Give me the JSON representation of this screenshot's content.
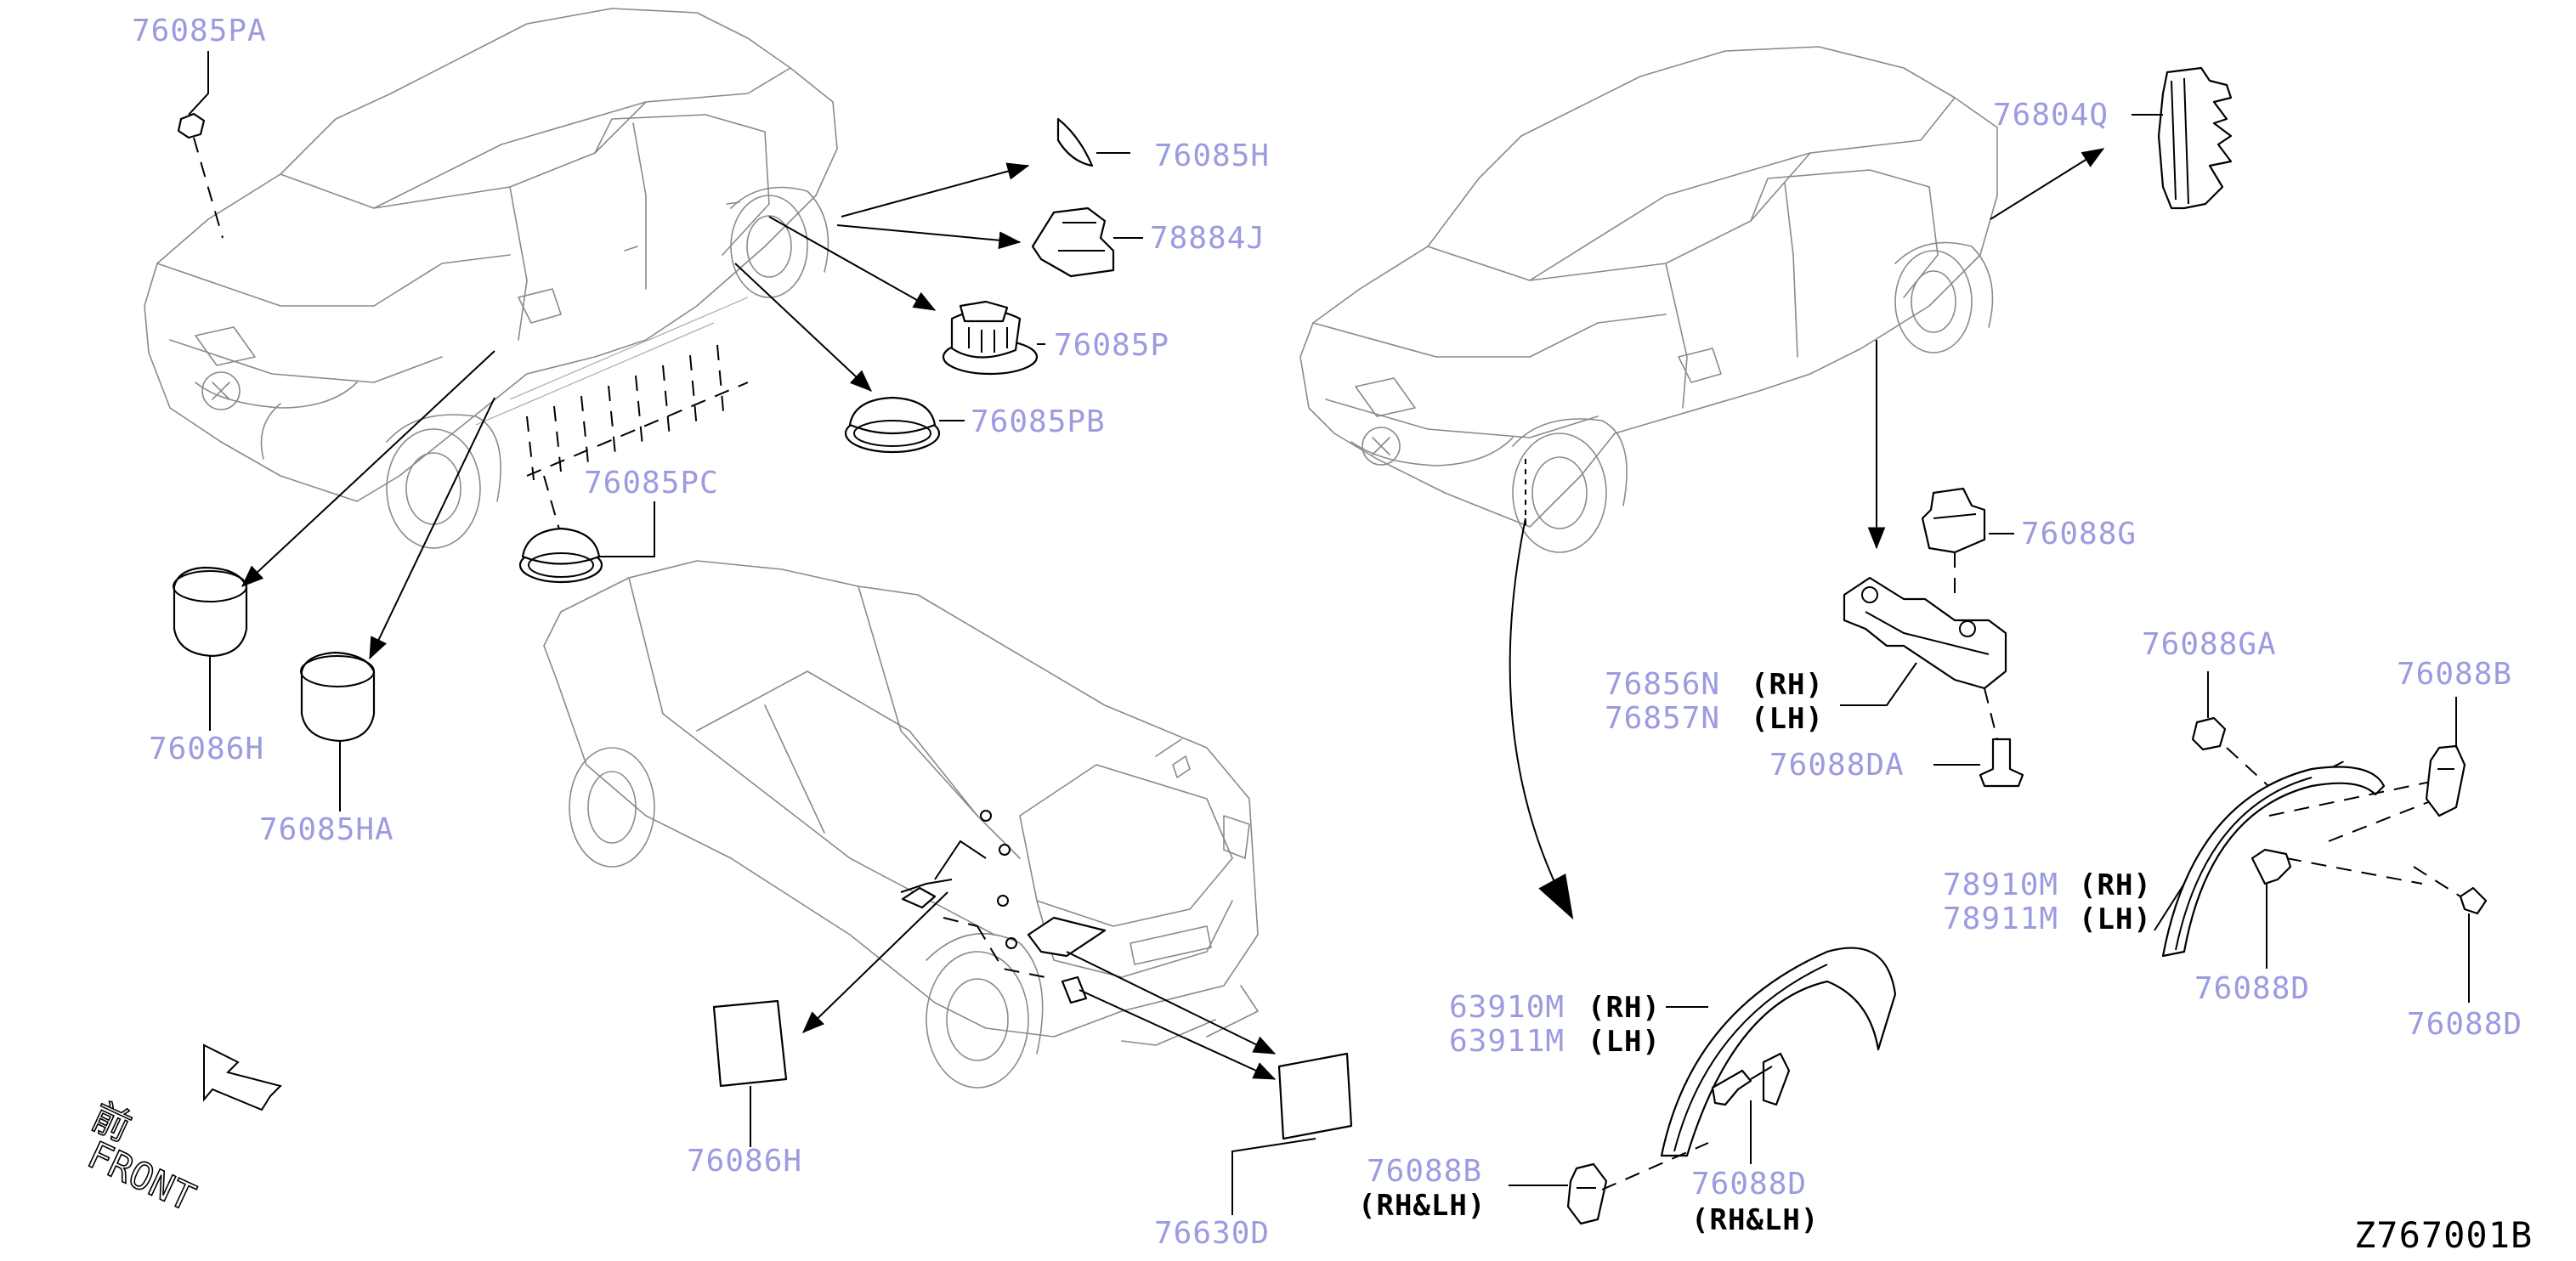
{
  "diagram_code": "Z767001B",
  "front_label": "FRONT",
  "front_kanji": "前",
  "parts": {
    "p76085PA": "76085PA",
    "p76085H": "76085H",
    "p78884J": "78884J",
    "p76085P": "76085P",
    "p76085PB": "76085PB",
    "p76085PC": "76085PC",
    "p76086H_top": "76086H",
    "p76085HA": "76085HA",
    "p76086H_bottom": "76086H",
    "p76630D": "76630D",
    "p76804Q": "76804Q",
    "p76088G": "76088G",
    "p76856N": "76856N",
    "p76857N": "76857N",
    "p76088DA": "76088DA",
    "p76088GA": "76088GA",
    "p76088B_right": "76088B",
    "p78910M": "78910M",
    "p78911M": "78911M",
    "p76088D_right1": "76088D",
    "p76088D_right2": "76088D",
    "p63910M": "63910M",
    "p63911M": "63911M",
    "p76088B_bottom": "76088B",
    "p76088D_bottom": "76088D"
  },
  "sides": {
    "rh": "(RH)",
    "lh": "(LH)",
    "rh_lh": "(RH&LH)"
  }
}
